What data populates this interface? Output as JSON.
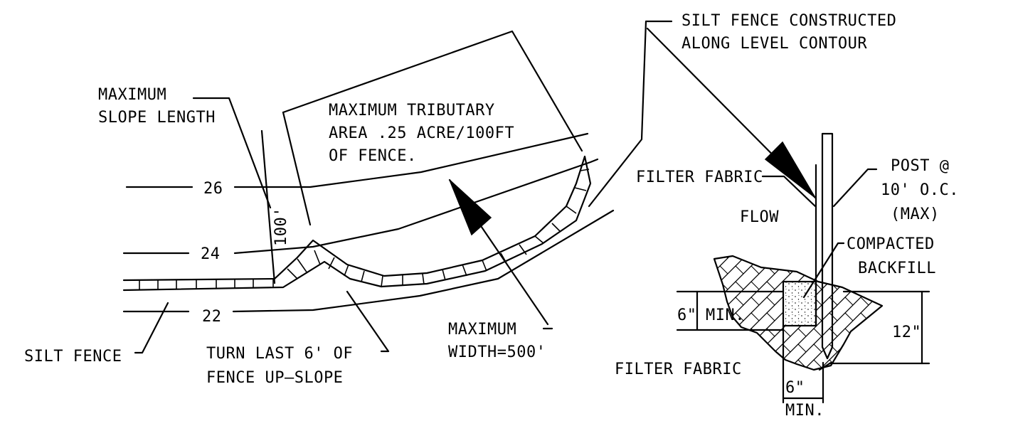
{
  "labels": {
    "silt_fence_constructed_1": "SILT FENCE CONSTRUCTED",
    "silt_fence_constructed_2": "ALONG LEVEL CONTOUR",
    "max_slope_length_1": "MAXIMUM",
    "max_slope_length_2": "SLOPE LENGTH",
    "max_tributary_1": "MAXIMUM  TRIBUTARY",
    "max_tributary_2": "AREA .25 ACRE/100FT",
    "max_tributary_3": "OF FENCE.",
    "dimension_100": "100'",
    "contour_26": "26",
    "contour_24": "24",
    "contour_22": "22",
    "silt_fence": "SILT FENCE",
    "turn_last_1": "TURN LAST 6' OF",
    "turn_last_2": "FENCE UP–SLOPE",
    "max_width_1": "MAXIMUM",
    "max_width_2": "WIDTH=500'",
    "filter_fabric_top": "FILTER FABRIC",
    "flow": "FLOW",
    "post_1": "POST @",
    "post_2": "10' O.C.",
    "post_3": "(MAX)",
    "compacted_1": "COMPACTED",
    "compacted_2": "BACKFILL",
    "six_in_left": "6\"",
    "min_left": "MIN.",
    "twelve_in": "12\"",
    "filter_fabric_bottom": "FILTER FABRIC",
    "six_in_bottom": "6\"",
    "min_bottom": "MIN."
  }
}
